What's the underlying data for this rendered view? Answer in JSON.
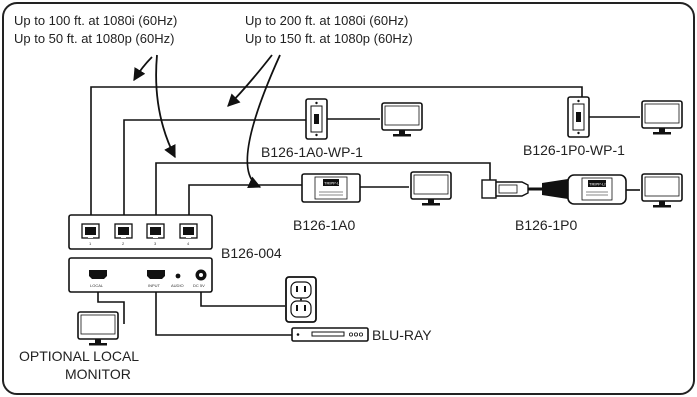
{
  "distance_notes": {
    "left_line1": "Up to 100 ft. at 1080i (60Hz)",
    "left_line2": "Up to 50 ft. at 1080p (60Hz)",
    "right_line1": "Up to 200 ft. at 1080i (60Hz)",
    "right_line2": "Up to 150 ft. at 1080p (60Hz)"
  },
  "devices": {
    "wall_plate_a": "B126-1A0-WP-1",
    "wall_plate_p": "B126-1P0-WP-1",
    "receiver_a": "B126-1A0",
    "receiver_p": "B126-1P0",
    "transmitter": "B126-004",
    "bluray": "BLU-RAY",
    "local_monitor_line1": "OPTIONAL LOCAL",
    "local_monitor_line2": "MONITOR"
  },
  "small_labels": {
    "port1": "1",
    "port2": "2",
    "port3": "3",
    "port4": "4",
    "local": "LOCAL",
    "input": "INPUT",
    "audio": "AUDIO",
    "dc": "DC 5V",
    "brand": "TRIPP·LITE"
  },
  "icons": [
    "monitor-icon",
    "wall-plate-icon",
    "power-outlet-icon",
    "bluray-player-icon",
    "receiver-icon",
    "rj45-port-icon",
    "hdmi-port-icon"
  ]
}
